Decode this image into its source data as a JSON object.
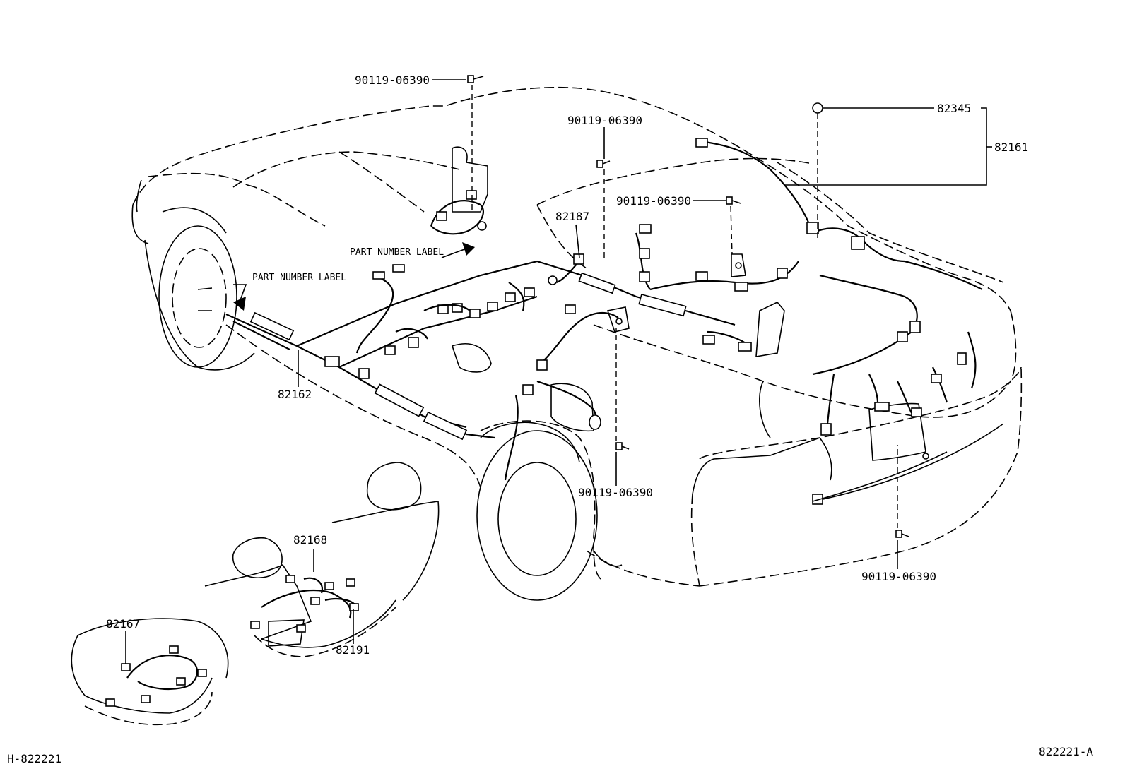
{
  "diagram_code": "H-822221",
  "figure_ref": "822221-A",
  "parts": {
    "bolt_1": "90119-06390",
    "bolt_2": "90119-06390",
    "bolt_3": "90119-06390",
    "bolt_4": "90119-06390",
    "bolt_5": "90119-06390",
    "clamp": "82345",
    "rear_harness": "82161",
    "connector": "82187",
    "floor_harness": "82162",
    "seat_harness_a": "82168",
    "seat_harness_b": "82167",
    "seat_harness_c": "82191"
  },
  "notes": {
    "part_label_1": "PART NUMBER LABEL",
    "part_label_2": "PART NUMBER LABEL"
  }
}
